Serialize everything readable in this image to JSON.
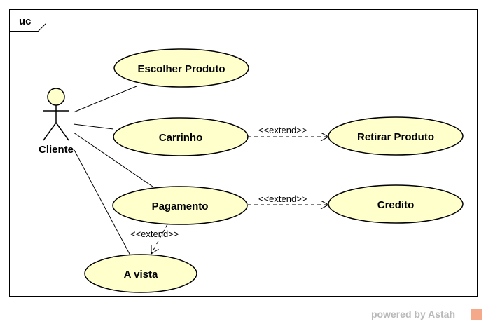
{
  "frame": {
    "label": "uc"
  },
  "actor": {
    "name": "Cliente"
  },
  "use_cases": {
    "escolher": "Escolher Produto",
    "carrinho": "Carrinho",
    "retirar": "Retirar Produto",
    "pagamento": "Pagamento",
    "credito": "Credito",
    "avista": "A vista"
  },
  "relations": {
    "extend1": "<<extend>>",
    "extend2": "<<extend>>",
    "extend3": "<<extend>>"
  },
  "footer": {
    "powered_by": "powered by Astah"
  },
  "colors": {
    "usecase_fill": "#ffffcc",
    "stroke": "#000000"
  }
}
